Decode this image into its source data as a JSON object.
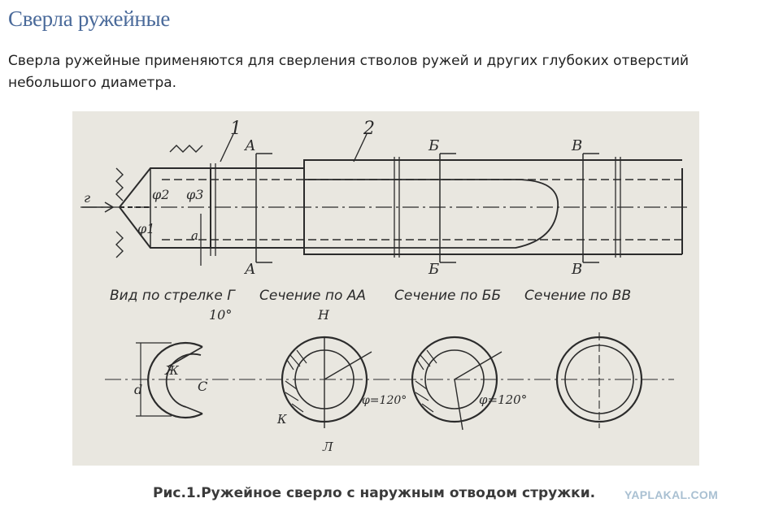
{
  "page": {
    "title": "Сверла ружейные",
    "intro": "Сверла ружейные применяются для сверления стволов ружей и других глубоких отверстий небольшого диаметра."
  },
  "figure": {
    "labels": {
      "part1": "1",
      "part2": "2",
      "arrow_g": "г",
      "section_a_top": "А",
      "section_a_bottom": "А",
      "section_b_top": "Б",
      "section_b_bottom": "Б",
      "section_v_top": "В",
      "section_v_bottom": "В",
      "phi1": "φ1",
      "phi2": "φ2",
      "phi3": "φ3",
      "dim_a": "a",
      "dim_d": "d",
      "dim_h": "H",
      "dim_c": "C",
      "dim_zh": "Ж",
      "dim_k": "К",
      "dim_l": "Л",
      "angle_10": "10°",
      "angle_120_1": "φ=120°",
      "angle_120_2": "φ=120°"
    },
    "view_captions": [
      "Вид по стрелке Г",
      "Сечение по АА",
      "Сечение по ББ",
      "Сечение по ВВ"
    ]
  },
  "caption": "Рис.1.Ружейное сверло с наружным отводом стружки.",
  "watermark": "YAPLAKAL.COM"
}
